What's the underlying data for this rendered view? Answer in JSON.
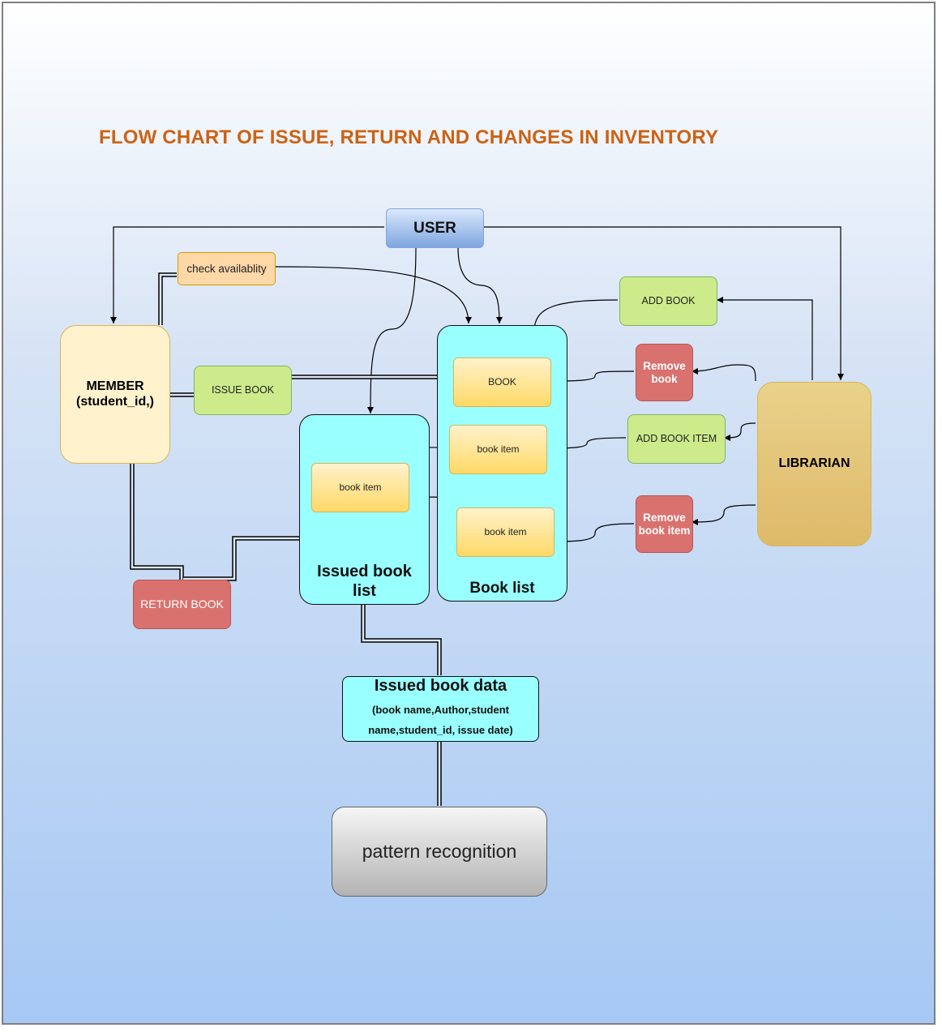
{
  "diagram": {
    "title": "FLOW CHART OF  ISSUE, RETURN AND CHANGES IN INVENTORY",
    "nodes": {
      "user": "USER",
      "member_line1": "MEMBER",
      "member_line2": "(student_id,)",
      "librarian": "LIBRARIAN",
      "check_availability": "check availablity",
      "issue_book": "ISSUE BOOK",
      "return_book": "RETURN BOOK",
      "add_book": "ADD BOOK",
      "remove_book_line1": "Remove",
      "remove_book_line2": "book",
      "add_book_item": "ADD BOOK ITEM",
      "remove_book_item_line1": "Remove",
      "remove_book_item_line2": "book item",
      "book": "BOOK",
      "book_list_item_1": "book item",
      "book_list_item_2": "book item",
      "issued_book_item": "book item",
      "issued_book_list_line1": "Issued book",
      "issued_book_list_line2": "list",
      "book_list": "Book list",
      "issued_book_data_title": "Issued book data",
      "issued_book_data_line1": "(book name,Author,student",
      "issued_book_data_line2": "name,student_id, issue date)",
      "pattern_recognition": "pattern recognition"
    },
    "colors": {
      "title": "#cc6214",
      "action_green": "#cdeb8b",
      "action_red": "#d9726f",
      "container_cyan": "#99ffff",
      "actor_yellow": "#fff2cc",
      "user_blue": "#7ea6e0"
    }
  }
}
